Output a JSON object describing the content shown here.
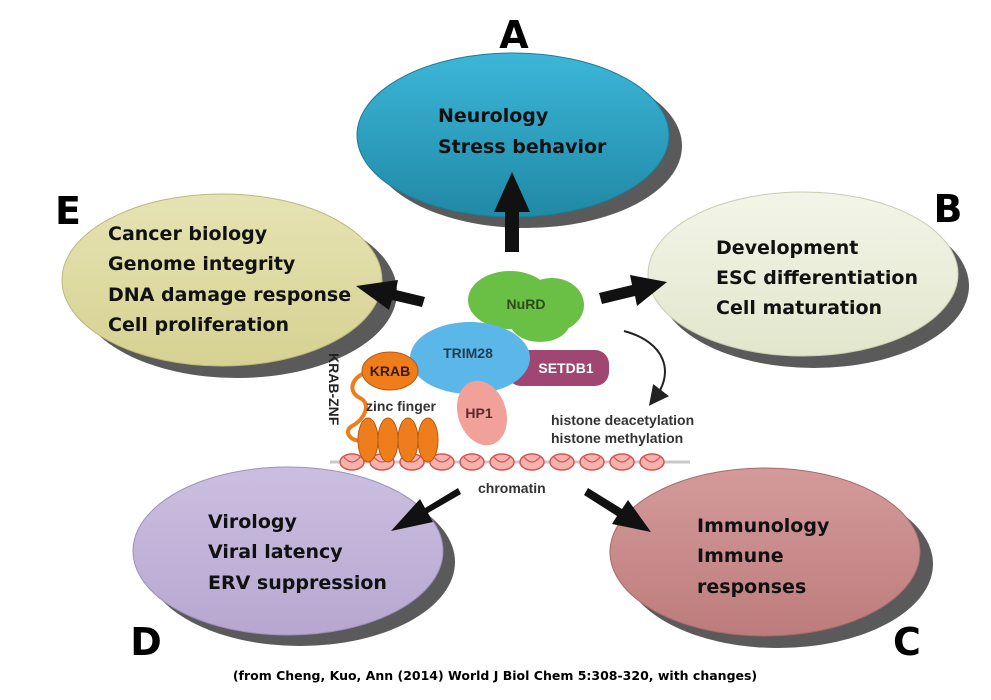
{
  "panels": {
    "a": {
      "letter": "A",
      "lines": [
        "Neurology",
        "Stress behavior"
      ]
    },
    "b": {
      "letter": "B",
      "lines": [
        "Development",
        "ESC differentiation",
        "Cell maturation"
      ]
    },
    "c": {
      "letter": "C",
      "lines": [
        "Immunology",
        "Immune",
        "responses"
      ]
    },
    "d": {
      "letter": "D",
      "lines": [
        "Virology",
        "Viral latency",
        "ERV suppression"
      ]
    },
    "e": {
      "letter": "E",
      "lines": [
        "Cancer biology",
        "Genome integrity",
        "DNA damage response",
        "Cell proliferation"
      ]
    }
  },
  "complex": {
    "nurd": "NuRD",
    "trim28": "TRIM28",
    "setdb1": "SETDB1",
    "krab": "KRAB",
    "hp1": "HP1",
    "zinc_finger": "zinc finger",
    "krab_znf": "KRAB-ZNF",
    "chromatin": "chromatin",
    "histone_deacetylation": "histone deacetylation",
    "histone_methylation": "histone methylation"
  },
  "colors": {
    "panel_a": "#2fa3c4",
    "panel_b": "#eef0e0",
    "panel_c": "#c98a8a",
    "panel_d": "#c2b4d8",
    "panel_e": "#e0dca4",
    "nurd": "#6abf45",
    "trim28": "#5bb7e8",
    "setdb1": "#a04672",
    "krab": "#ef7d1c",
    "hp1": "#f2a09a"
  },
  "citation": "(from Cheng, Kuo, Ann (2014) World J Biol Chem 5:308-320, with changes)"
}
